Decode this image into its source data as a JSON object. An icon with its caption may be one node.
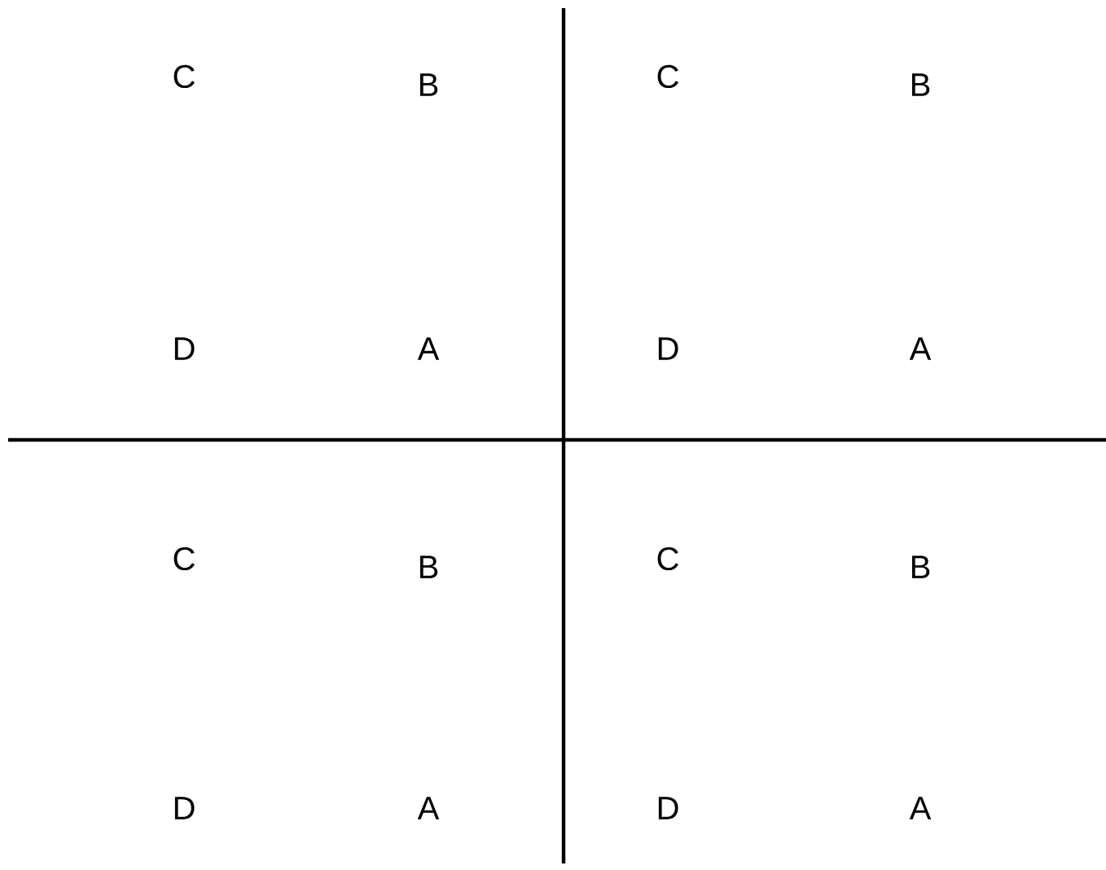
{
  "diagram": {
    "labels": [
      "C",
      "B",
      "C",
      "B",
      "D",
      "A",
      "D",
      "A",
      "C",
      "B",
      "C",
      "B",
      "D",
      "A",
      "D",
      "A"
    ]
  }
}
